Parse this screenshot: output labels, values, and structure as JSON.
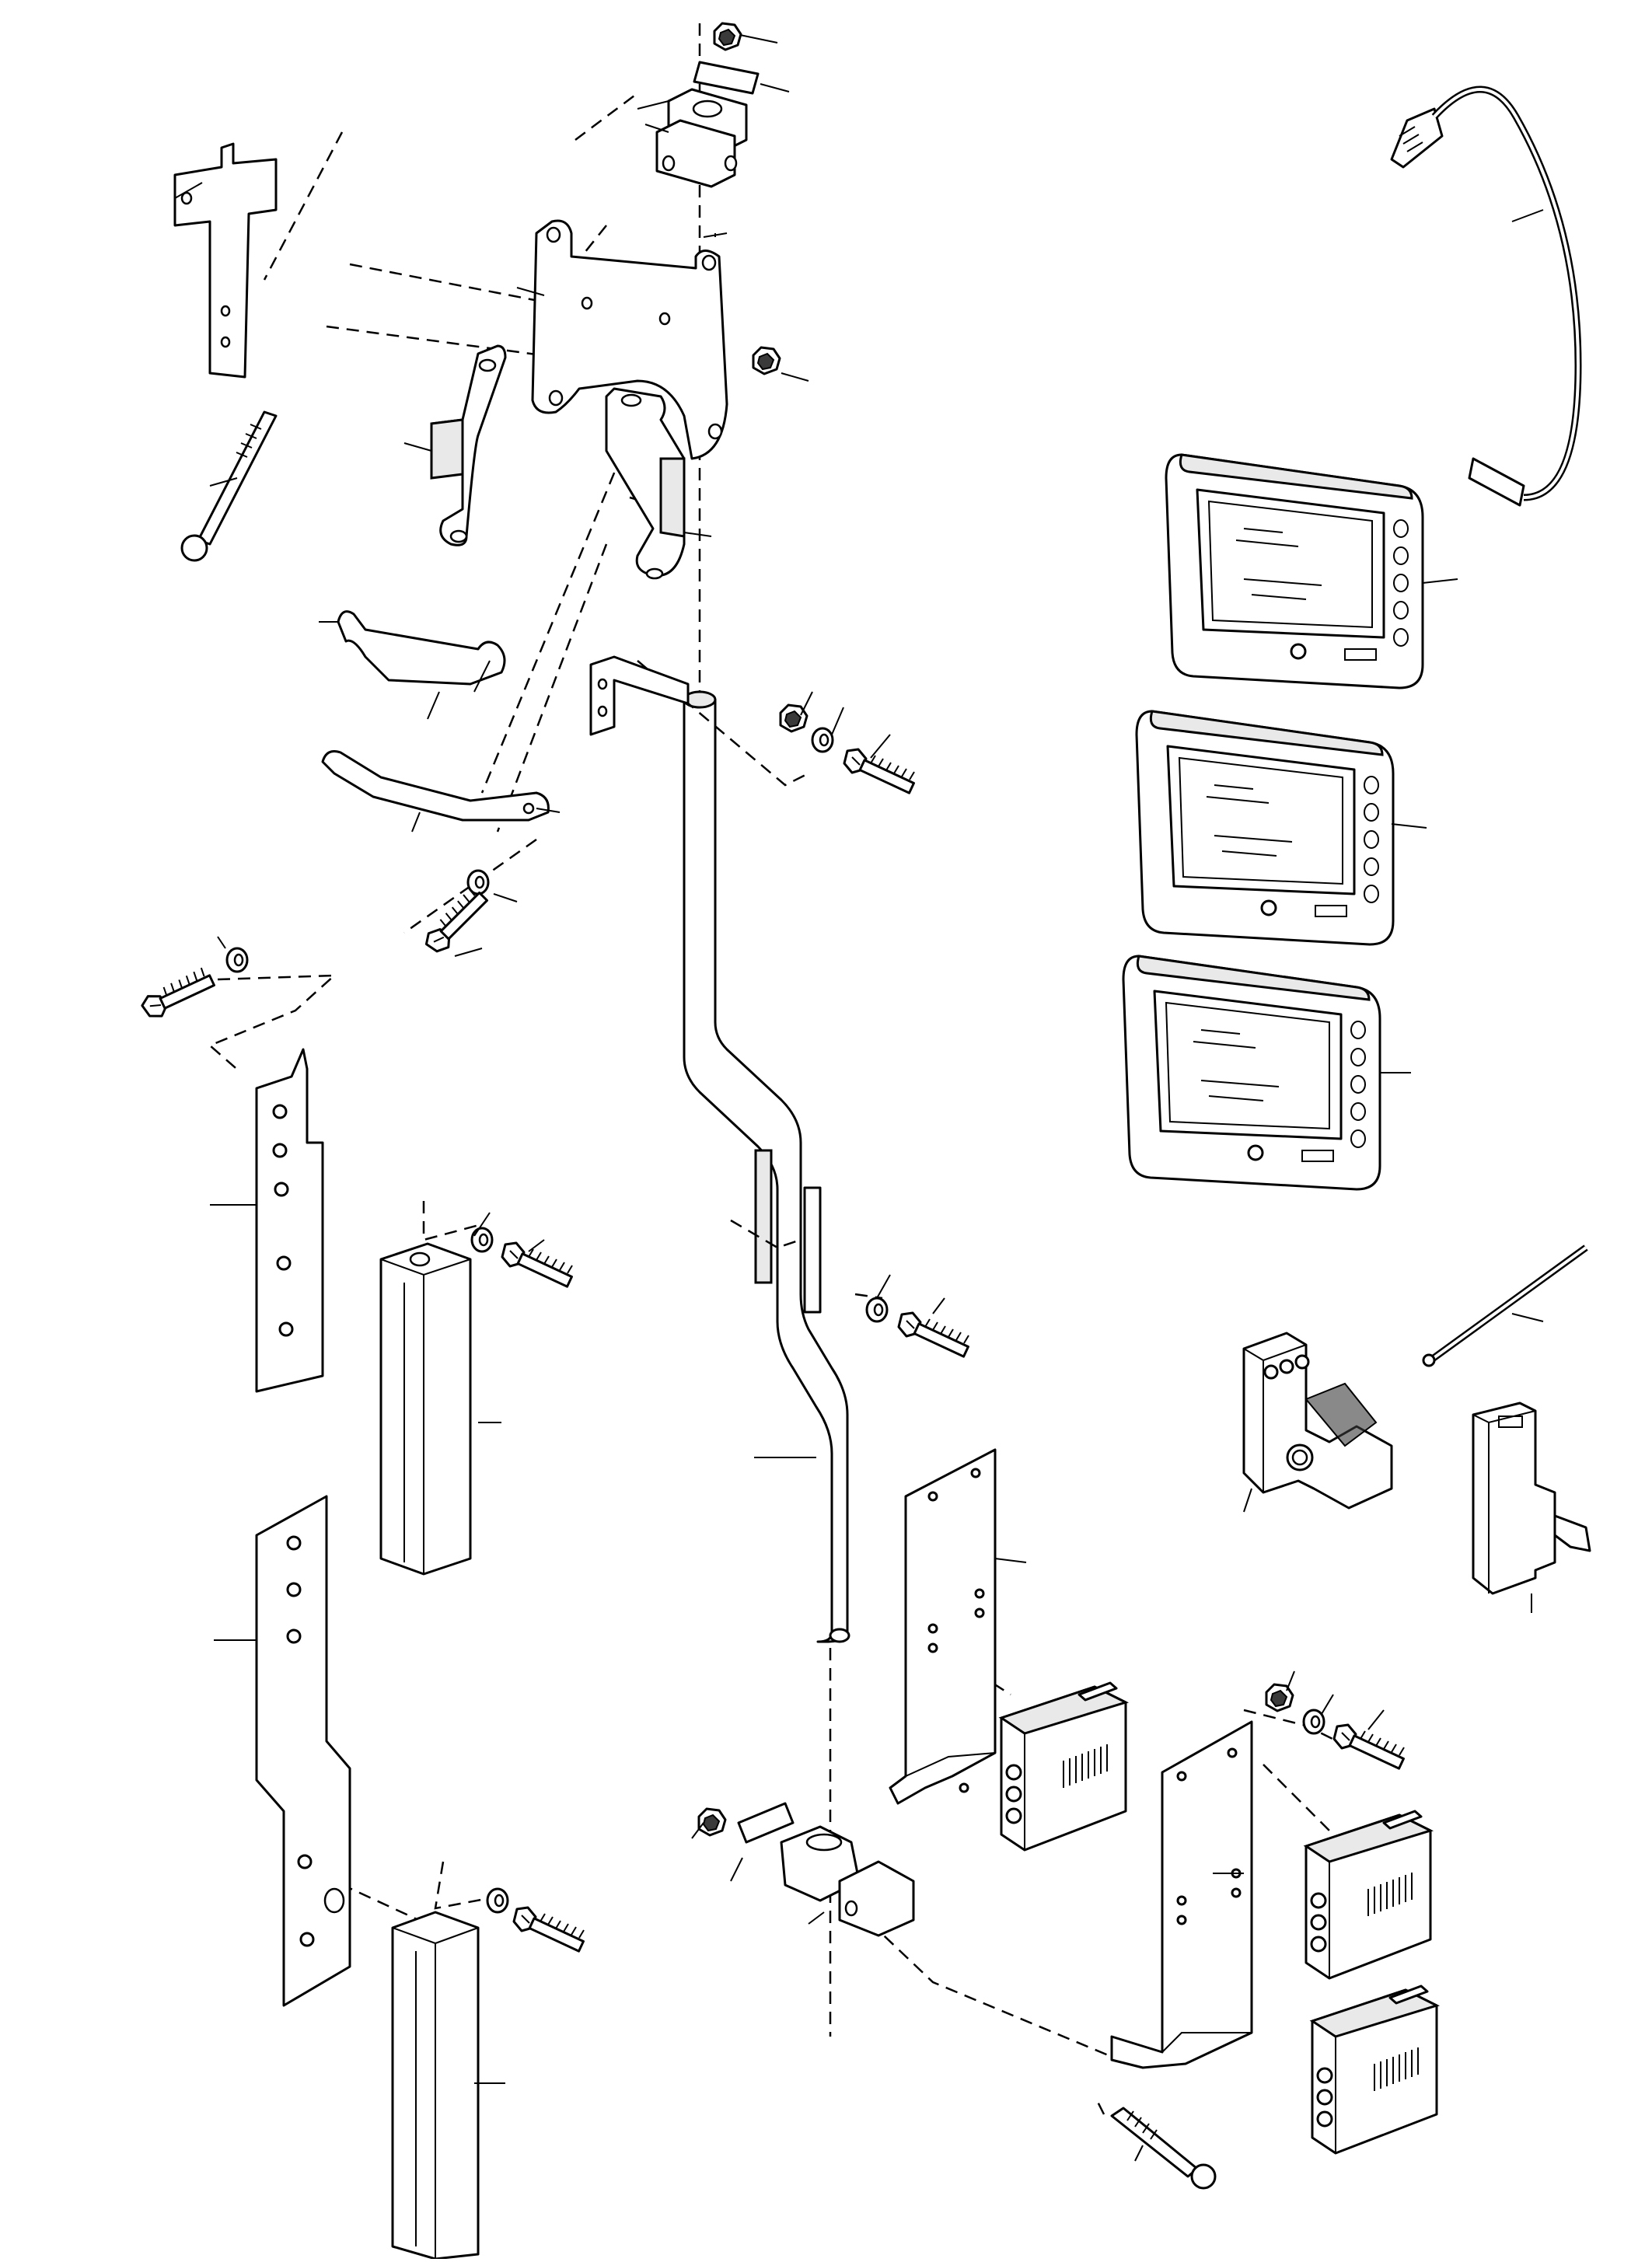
{
  "diagram": {
    "title": "",
    "labels": [],
    "colors": {
      "ink": "#000000",
      "paper": "#ffffff",
      "shade": "#e9e9e9"
    },
    "parts": [
      {
        "id": "mast-tube",
        "icon": "bent-mast-tube-icon"
      },
      {
        "id": "upper-clamp",
        "icon": "split-clamp-icon"
      },
      {
        "id": "lower-clamp",
        "icon": "split-clamp-icon"
      },
      {
        "id": "top-plate",
        "icon": "mounting-plate-icon"
      },
      {
        "id": "monitor-1",
        "icon": "monitor-icon"
      },
      {
        "id": "monitor-2",
        "icon": "monitor-icon"
      },
      {
        "id": "monitor-3",
        "icon": "monitor-icon"
      },
      {
        "id": "cable",
        "icon": "cable-icon"
      },
      {
        "id": "relay",
        "icon": "relay-icon"
      },
      {
        "id": "breaker",
        "icon": "circuit-breaker-icon"
      },
      {
        "id": "control-box-1",
        "icon": "control-box-icon"
      },
      {
        "id": "control-box-2",
        "icon": "control-box-icon"
      },
      {
        "id": "control-box-3",
        "icon": "control-box-icon"
      }
    ]
  }
}
